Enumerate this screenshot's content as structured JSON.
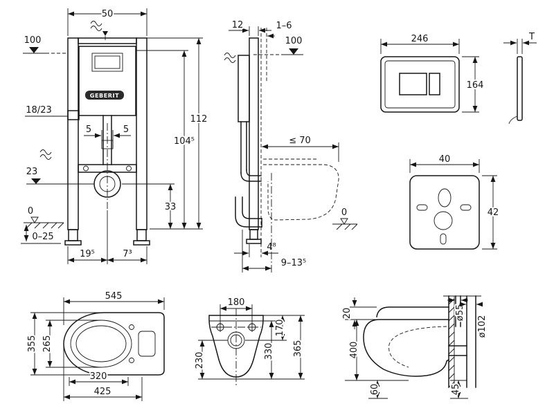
{
  "brand": {
    "logo_text": "GEBERIT"
  },
  "frame_front": {
    "width": "50",
    "level_top": "100",
    "inlet": "18/23",
    "offset_left": "5",
    "offset_right": "5",
    "level_drain": "23",
    "level_floor": "0",
    "foot_adjust": "0–25",
    "dist_left": "19⁵",
    "dist_right": "7³",
    "height_drain": "33",
    "height_tank": "104⁵",
    "height_total": "112"
  },
  "frame_side": {
    "depth_rail": "12",
    "wall_gap": "1–6",
    "level_top": "100",
    "bowl_depth": "≤ 70",
    "level_floor": "0",
    "offset_a": "4⁸",
    "offset_b": "9–13⁵"
  },
  "plate": {
    "width": "246",
    "height": "164",
    "thickness": "T"
  },
  "mat": {
    "width": "40",
    "height": "42"
  },
  "bowl_top": {
    "length": "545",
    "width": "355",
    "seat_width": "265",
    "bolt_span": "320",
    "front_span": "425"
  },
  "bowl_front": {
    "hole_span": "180",
    "h_170": "170",
    "h_230": "230",
    "h_330": "330",
    "h_365": "365"
  },
  "bowl_side": {
    "t_20": "20",
    "flush_dia": "ø55",
    "drain_dia": "ø102",
    "h_400": "400",
    "o_60": "60",
    "o_45": "45"
  }
}
